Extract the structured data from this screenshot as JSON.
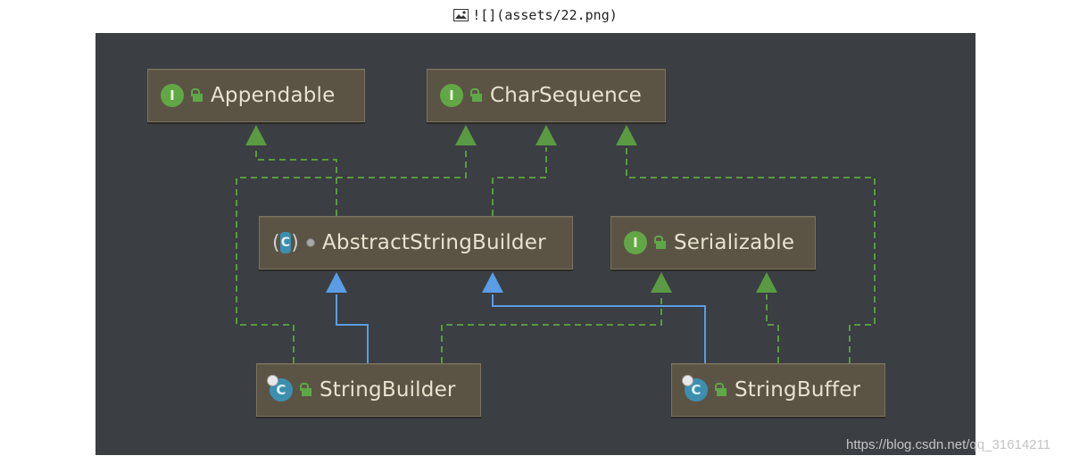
{
  "header": {
    "markdown_text": "![](assets/22.png)"
  },
  "diagram": {
    "nodes": [
      {
        "id": "appendable",
        "label": "Appendable",
        "kind": "interface",
        "icon": "interface-icon"
      },
      {
        "id": "charsequence",
        "label": "CharSequence",
        "kind": "interface",
        "icon": "interface-icon"
      },
      {
        "id": "abstractstringbuilder",
        "label": "AbstractStringBuilder",
        "kind": "abstract-class",
        "icon": "abstract-class-icon"
      },
      {
        "id": "serializable",
        "label": "Serializable",
        "kind": "interface",
        "icon": "interface-icon"
      },
      {
        "id": "stringbuilder",
        "label": "StringBuilder",
        "kind": "final-class",
        "icon": "class-icon"
      },
      {
        "id": "stringbuffer",
        "label": "StringBuffer",
        "kind": "final-class",
        "icon": "class-icon"
      }
    ],
    "edges": [
      {
        "from": "abstractstringbuilder",
        "to": "appendable",
        "type": "implements"
      },
      {
        "from": "abstractstringbuilder",
        "to": "charsequence",
        "type": "implements"
      },
      {
        "from": "stringbuilder",
        "to": "abstractstringbuilder",
        "type": "extends"
      },
      {
        "from": "stringbuilder",
        "to": "charsequence",
        "type": "implements"
      },
      {
        "from": "stringbuilder",
        "to": "serializable",
        "type": "implements"
      },
      {
        "from": "stringbuffer",
        "to": "abstractstringbuilder",
        "type": "extends"
      },
      {
        "from": "stringbuffer",
        "to": "charsequence",
        "type": "implements"
      },
      {
        "from": "stringbuffer",
        "to": "serializable",
        "type": "implements"
      }
    ],
    "colors": {
      "background": "#3b3e42",
      "implements_edge": "#5a9a43",
      "extends_edge": "#5a9de6",
      "node_fill": "#5b5445",
      "node_text": "#e8e2cf"
    }
  },
  "watermark": "https://blog.csdn.net/qq_31614211"
}
